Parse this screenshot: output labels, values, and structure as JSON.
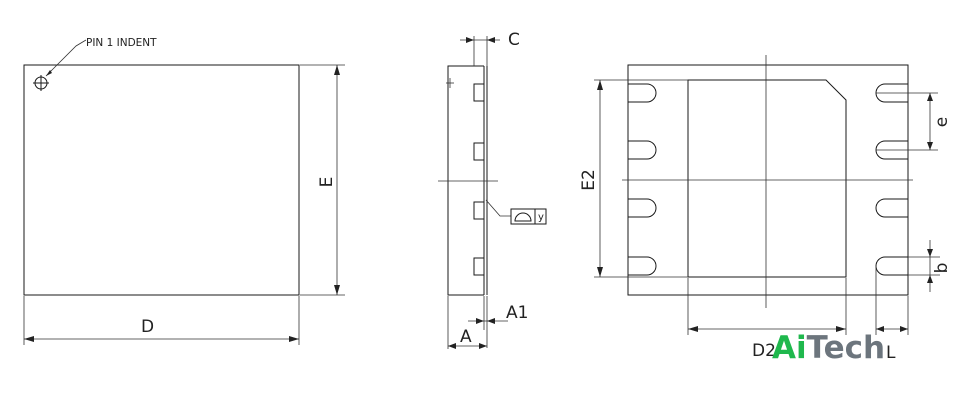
{
  "top_view": {
    "pin1_label": "PIN 1 INDENT",
    "dim_d": "D",
    "dim_e": "E"
  },
  "side_view": {
    "dim_c": "C",
    "dim_a": "A",
    "dim_a1": "A1",
    "flatness_symbol": "⌓",
    "flatness_ref": "y"
  },
  "bottom_view": {
    "dim_e2": "E2",
    "dim_d2": "D2",
    "dim_pitch": "e",
    "dim_b": "b",
    "dim_l": "L"
  },
  "watermark": {
    "brand_part1": "Ai",
    "brand_part2": "Tech",
    "brand_color": "#1fb84d",
    "secondary_color": "#6c757d"
  }
}
